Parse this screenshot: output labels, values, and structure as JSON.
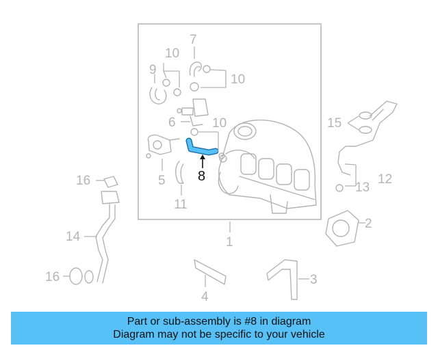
{
  "diagram": {
    "colors": {
      "line": "#b3b3b3",
      "highlight": "#57c0f6",
      "highlight_stroke": "#1a6fa8",
      "text": "#111111",
      "muted": "#b5b5b5"
    },
    "callouts": [
      {
        "id": "c1",
        "label": "1"
      },
      {
        "id": "c2",
        "label": "2"
      },
      {
        "id": "c3",
        "label": "3"
      },
      {
        "id": "c4",
        "label": "4"
      },
      {
        "id": "c5",
        "label": "5"
      },
      {
        "id": "c6",
        "label": "6"
      },
      {
        "id": "c7",
        "label": "7"
      },
      {
        "id": "c8",
        "label": "8",
        "highlighted": true
      },
      {
        "id": "c9",
        "label": "9"
      },
      {
        "id": "c10a",
        "label": "10"
      },
      {
        "id": "c10b",
        "label": "10"
      },
      {
        "id": "c10c",
        "label": "10"
      },
      {
        "id": "c11",
        "label": "11"
      },
      {
        "id": "c12",
        "label": "12"
      },
      {
        "id": "c13",
        "label": "13"
      },
      {
        "id": "c14",
        "label": "14"
      },
      {
        "id": "c15",
        "label": "15"
      },
      {
        "id": "c16a",
        "label": "16"
      },
      {
        "id": "c16b",
        "label": "16"
      }
    ]
  },
  "banner": {
    "line1": "Part or sub-assembly is #8 in diagram",
    "line2": "Diagram may not be specific to your vehicle",
    "color": "#57c0f6"
  }
}
